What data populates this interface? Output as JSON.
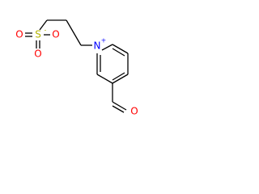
{
  "colors": {
    "bond": "#000000",
    "oxygen": "#ff0000",
    "sulfur": "#b3b300",
    "nitrogen": "#0000ff",
    "background": "#ffffff"
  },
  "atoms": {
    "o_left": "O",
    "s": "S",
    "o_right": "O",
    "o_bottom": "O",
    "n": "N",
    "o_aldehyde": "O"
  },
  "charges": {
    "s_minus": "-",
    "n_plus": "+"
  }
}
